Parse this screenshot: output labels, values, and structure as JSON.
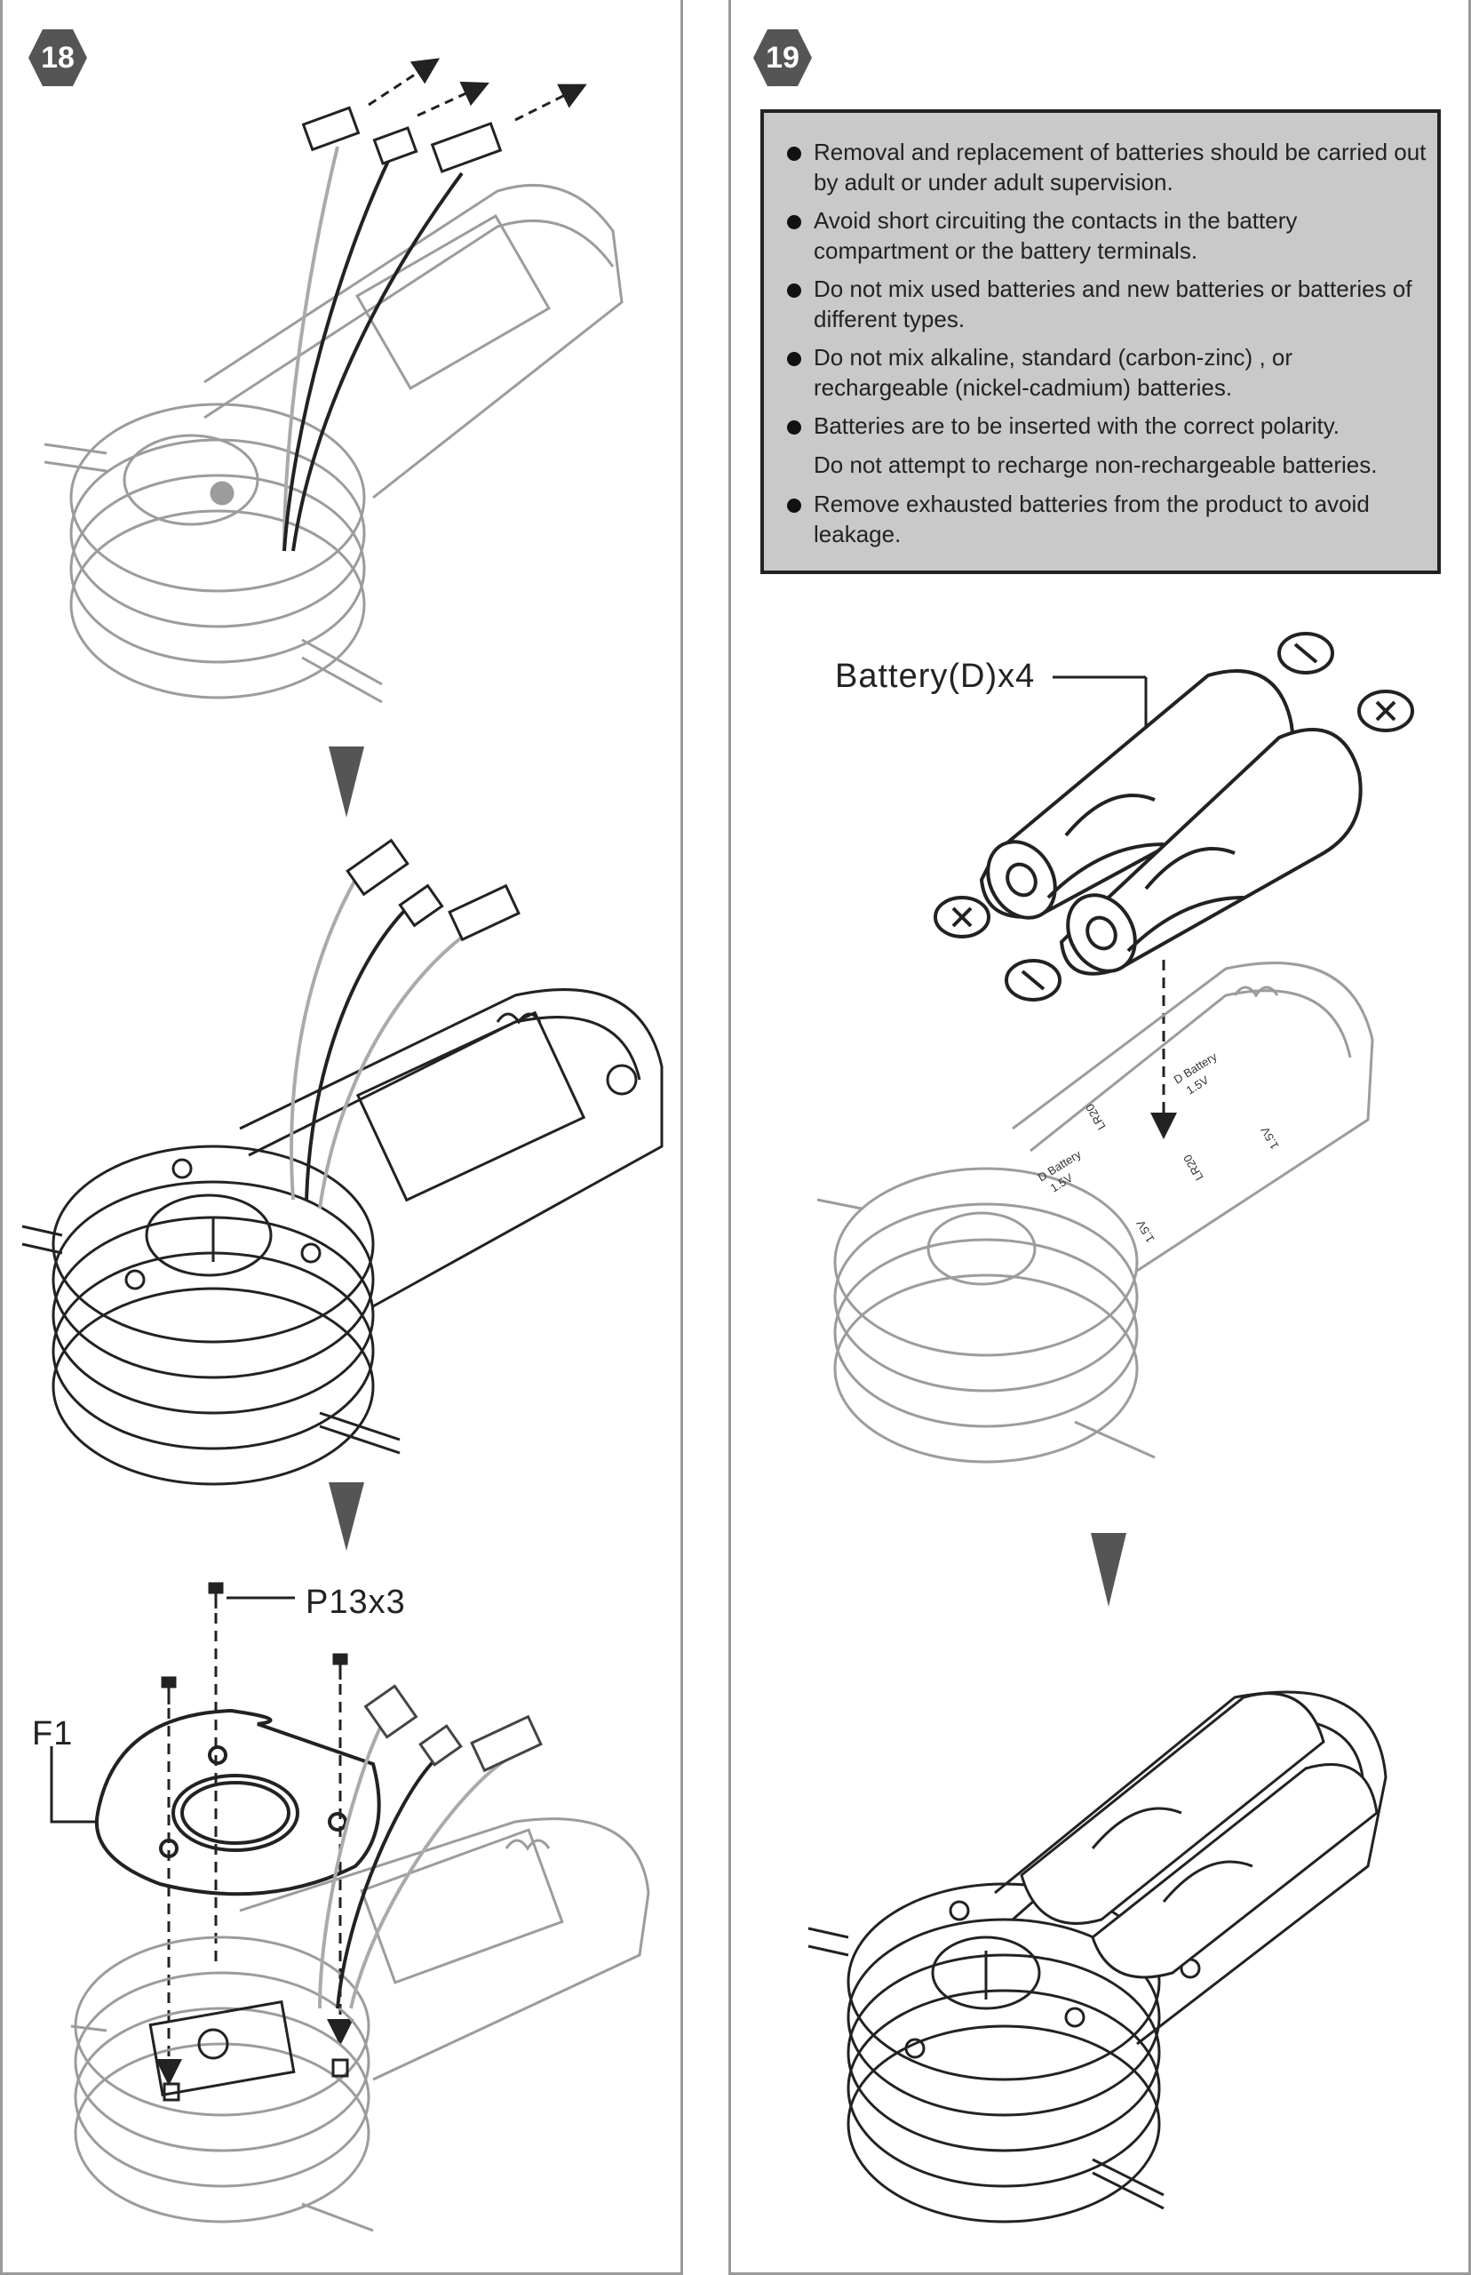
{
  "steps": {
    "left": {
      "number": "18"
    },
    "right": {
      "number": "19"
    }
  },
  "warnings": [
    "Removal and replacement of batteries should be carried out by adult or under adult supervision.",
    "Avoid short circuiting the contacts in the battery compartment or the battery terminals.",
    "Do not mix used batteries and new batteries or batteries of different types.",
    "Do not mix alkaline, standard (carbon-zinc) , or rechargeable (nickel-cadmium) batteries.",
    "Batteries are to be inserted with the correct polarity.",
    "Do not attempt to recharge non-rechargeable batteries.",
    "Remove exhausted batteries from the product to avoid leakage."
  ],
  "labels": {
    "screws": "P13x3",
    "part": "F1",
    "battery": "Battery(D)x4"
  },
  "compartment_markings": {
    "battery_type": "D Battery",
    "voltage": "1.5V",
    "size": "LR20"
  },
  "polarity_marks": {
    "plus": "+",
    "minus": "−"
  },
  "colors": {
    "badge": "#555555",
    "warning_bg": "#c9c9c9",
    "line": "#222222"
  }
}
